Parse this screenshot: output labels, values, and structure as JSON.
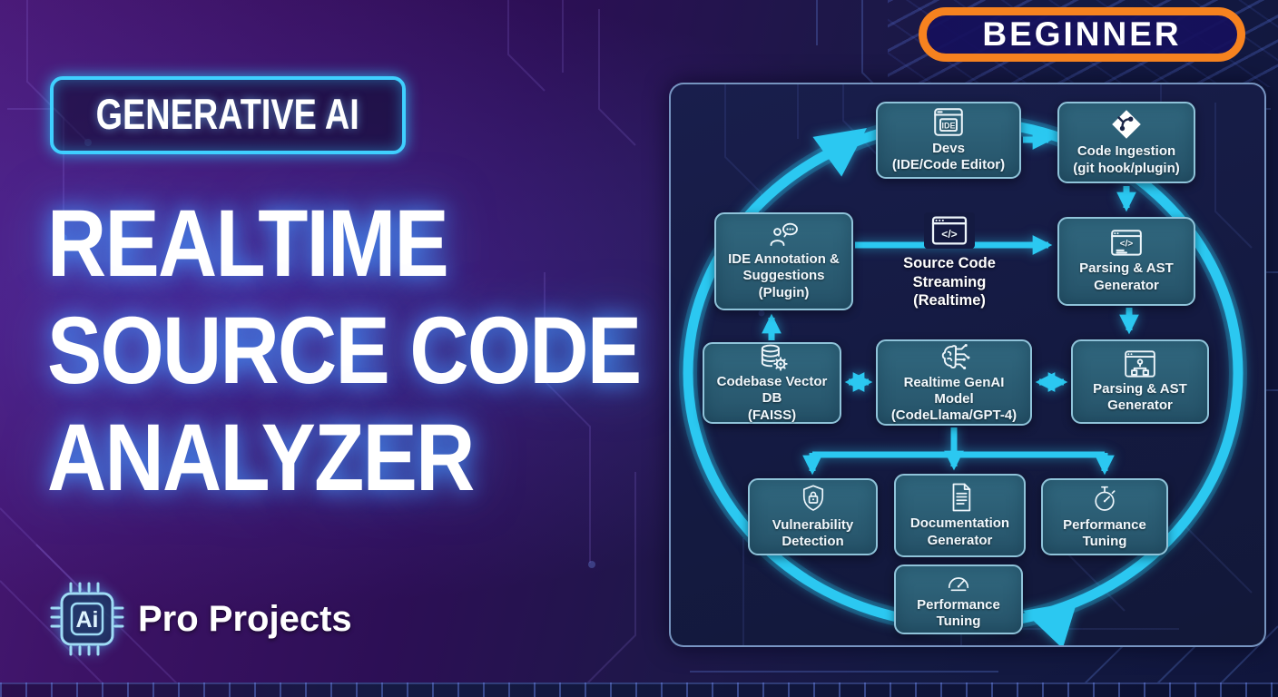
{
  "badge": {
    "label": "BEGINNER"
  },
  "kicker": {
    "label": "GENERATIVE AI"
  },
  "title": {
    "lines": [
      "REALTIME",
      "SOURCE CODE",
      "ANALYZER"
    ]
  },
  "brand": {
    "chip_label": "Ai",
    "name": "Pro Projects"
  },
  "colors": {
    "accent_cyan": "#2bc8f1",
    "badge_orange": "#f6821f",
    "kicker_neon": "#3fd0ff",
    "node_fill": "#2b5f78",
    "node_border": "#8fc3d9",
    "panel_bg": "#141a41",
    "bg_purple": "#3a1263",
    "bg_navy": "#10163c",
    "text_white": "#ffffff"
  },
  "diagram": {
    "nodes": {
      "devs": {
        "icon": "ide-window-icon",
        "icon_text": "IDE",
        "title": "Devs",
        "subtitle": "(IDE/Code Editor)"
      },
      "code_ingestion": {
        "icon": "git-icon",
        "title": "Code Ingestion",
        "subtitle": "(git hook/plugin)"
      },
      "ide_annotation": {
        "icon": "chat-person-icon",
        "title": "IDE Annotation & Suggestions",
        "subtitle": "(Plugin)"
      },
      "source_streaming": {
        "icon": "code-window-icon",
        "icon_text": "</>",
        "title": "Source Code Streaming",
        "subtitle": "(Realtime)"
      },
      "parsing_ast_top": {
        "icon": "code-window-icon",
        "icon_text": "</>",
        "title": "Parsing & AST",
        "subtitle": "Generator"
      },
      "codebase_db": {
        "icon": "database-gear-icon",
        "title": "Codebase Vector DB",
        "subtitle": "(FAISS)"
      },
      "genai_model": {
        "icon": "ai-brain-icon",
        "title": "Realtime GenAI Model",
        "subtitle": "(CodeLlama/GPT-4)"
      },
      "parsing_ast_right": {
        "icon": "sitemap-window-icon",
        "title": "Parsing & AST",
        "subtitle": "Generator"
      },
      "vulnerability": {
        "icon": "shield-lock-icon",
        "title": "Vulnerability",
        "subtitle": "Detection"
      },
      "documentation": {
        "icon": "document-icon",
        "title": "Documentation",
        "subtitle": "Generator"
      },
      "perf_tuning_right": {
        "icon": "stopwatch-icon",
        "title": "Performance",
        "subtitle": "Tuning"
      },
      "perf_tuning_bottom": {
        "icon": "gauge-icon",
        "title": "Performance",
        "subtitle": "Tuning"
      }
    }
  }
}
